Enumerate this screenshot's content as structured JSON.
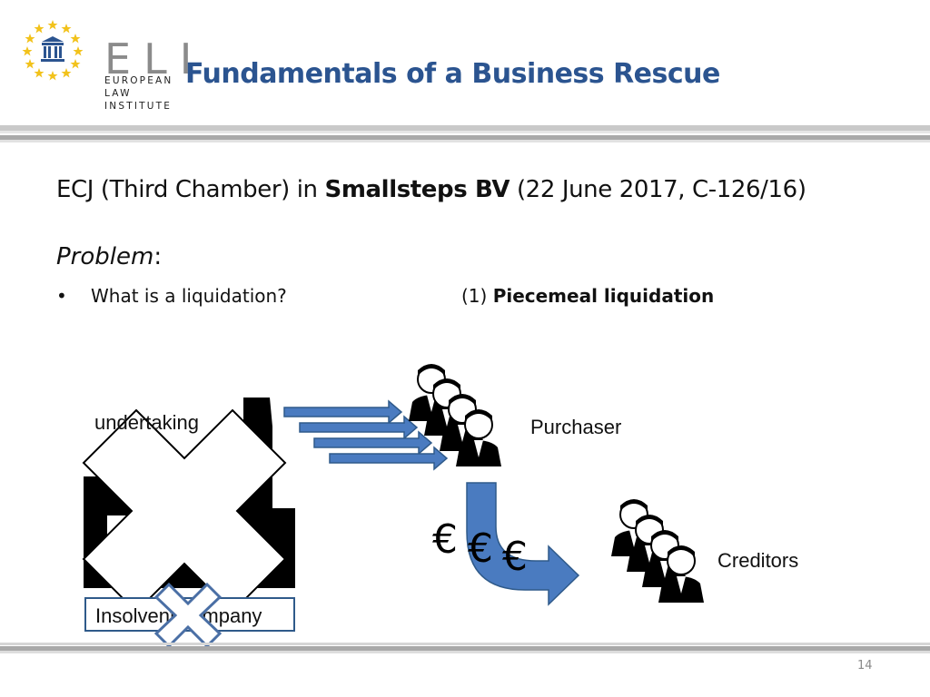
{
  "logo": {
    "letters": "ELI",
    "line1": "EUROPEAN",
    "line2": "LAW",
    "line3": "INSTITUTE",
    "star_color": "#f2c21b",
    "pillar_color": "#2b5490"
  },
  "title": "Fundamentals of a Business Rescue",
  "heading": {
    "prefix": "ECJ (Third Chamber) in ",
    "case_name": "Smallsteps BV",
    "suffix": " (22 June 2017, C-126/16)"
  },
  "problem": {
    "label": "Problem",
    "colon": ":"
  },
  "bullet": {
    "text": "What is a liquidation?",
    "option_number": "(1) ",
    "option_label": "Piecemeal liquidation"
  },
  "diagram": {
    "undertaking_label": "undertaking",
    "purchaser_label": "Purchaser",
    "creditors_label": "Creditors",
    "insolvent_label": "Insolvent company",
    "currency_symbols": [
      "€",
      "€",
      "€"
    ],
    "arrow_color": "#4a7bc0",
    "arrow_outline": "#2f5a8a"
  },
  "page_number": "14"
}
